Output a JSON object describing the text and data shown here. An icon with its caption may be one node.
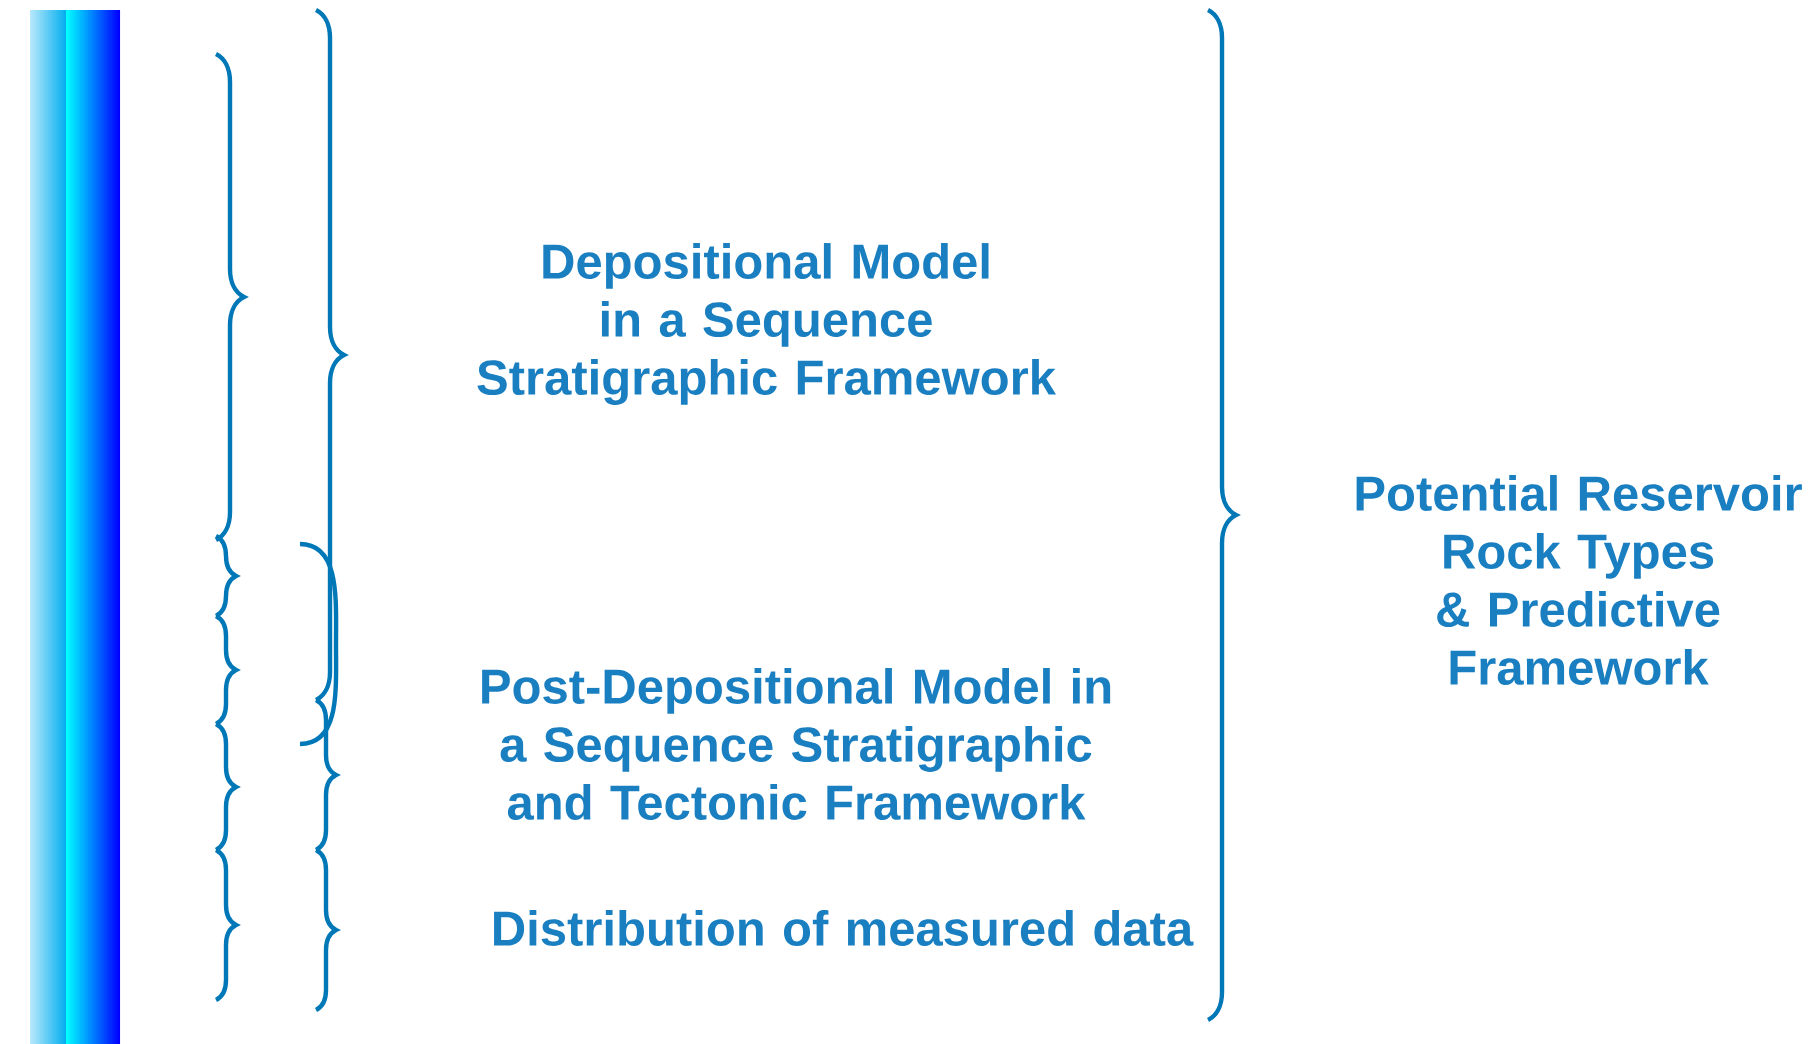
{
  "diagram": {
    "labels": [
      "Depositional Model in a Sequence Stratigraphic Framework",
      "Post-Depositional Model in a Sequence Stratigraphic and Tectonic Framework",
      "Distribution of measured data",
      "Potential Reservoir Rock Types & Predictive Framework"
    ]
  }
}
